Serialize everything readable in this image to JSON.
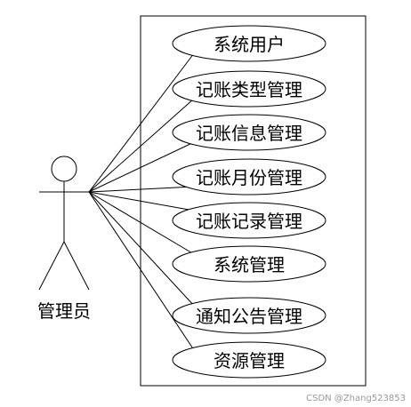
{
  "actor": {
    "label": "管理员"
  },
  "use_cases": [
    {
      "label": "系统用户"
    },
    {
      "label": "记账类型管理"
    },
    {
      "label": "记账信息管理"
    },
    {
      "label": "记账月份管理"
    },
    {
      "label": "记账记录管理"
    },
    {
      "label": "系统管理"
    },
    {
      "label": "通知公告管理"
    },
    {
      "label": "资源管理"
    }
  ],
  "watermark": "CSDN @Zhang523853",
  "colors": {
    "stroke": "#000000",
    "background": "#ffffff"
  }
}
